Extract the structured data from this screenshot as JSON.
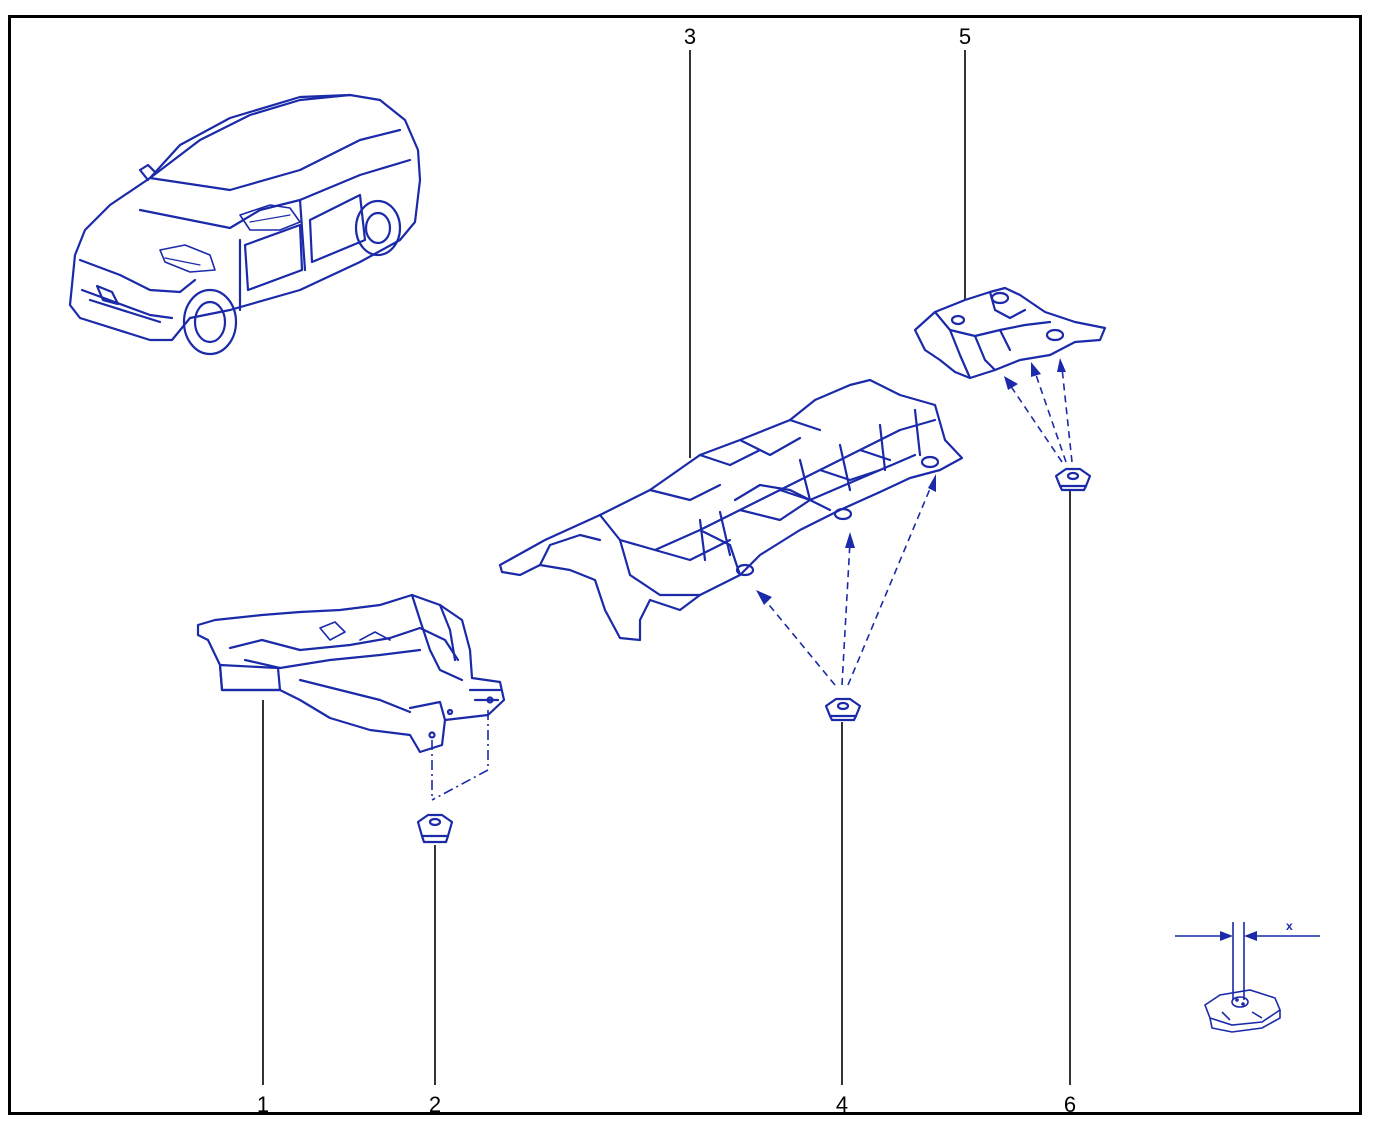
{
  "colors": {
    "line": "#1a2aa8",
    "light": "#3c56d8",
    "frame": "#000000",
    "leader": "#000000",
    "background": "#ffffff"
  },
  "callouts": [
    {
      "id": "1",
      "label": "1"
    },
    {
      "id": "2",
      "label": "2"
    },
    {
      "id": "3",
      "label": "3"
    },
    {
      "id": "4",
      "label": "4"
    },
    {
      "id": "5",
      "label": "5"
    },
    {
      "id": "6",
      "label": "6"
    }
  ],
  "detail": {
    "dimension_label": "x"
  }
}
